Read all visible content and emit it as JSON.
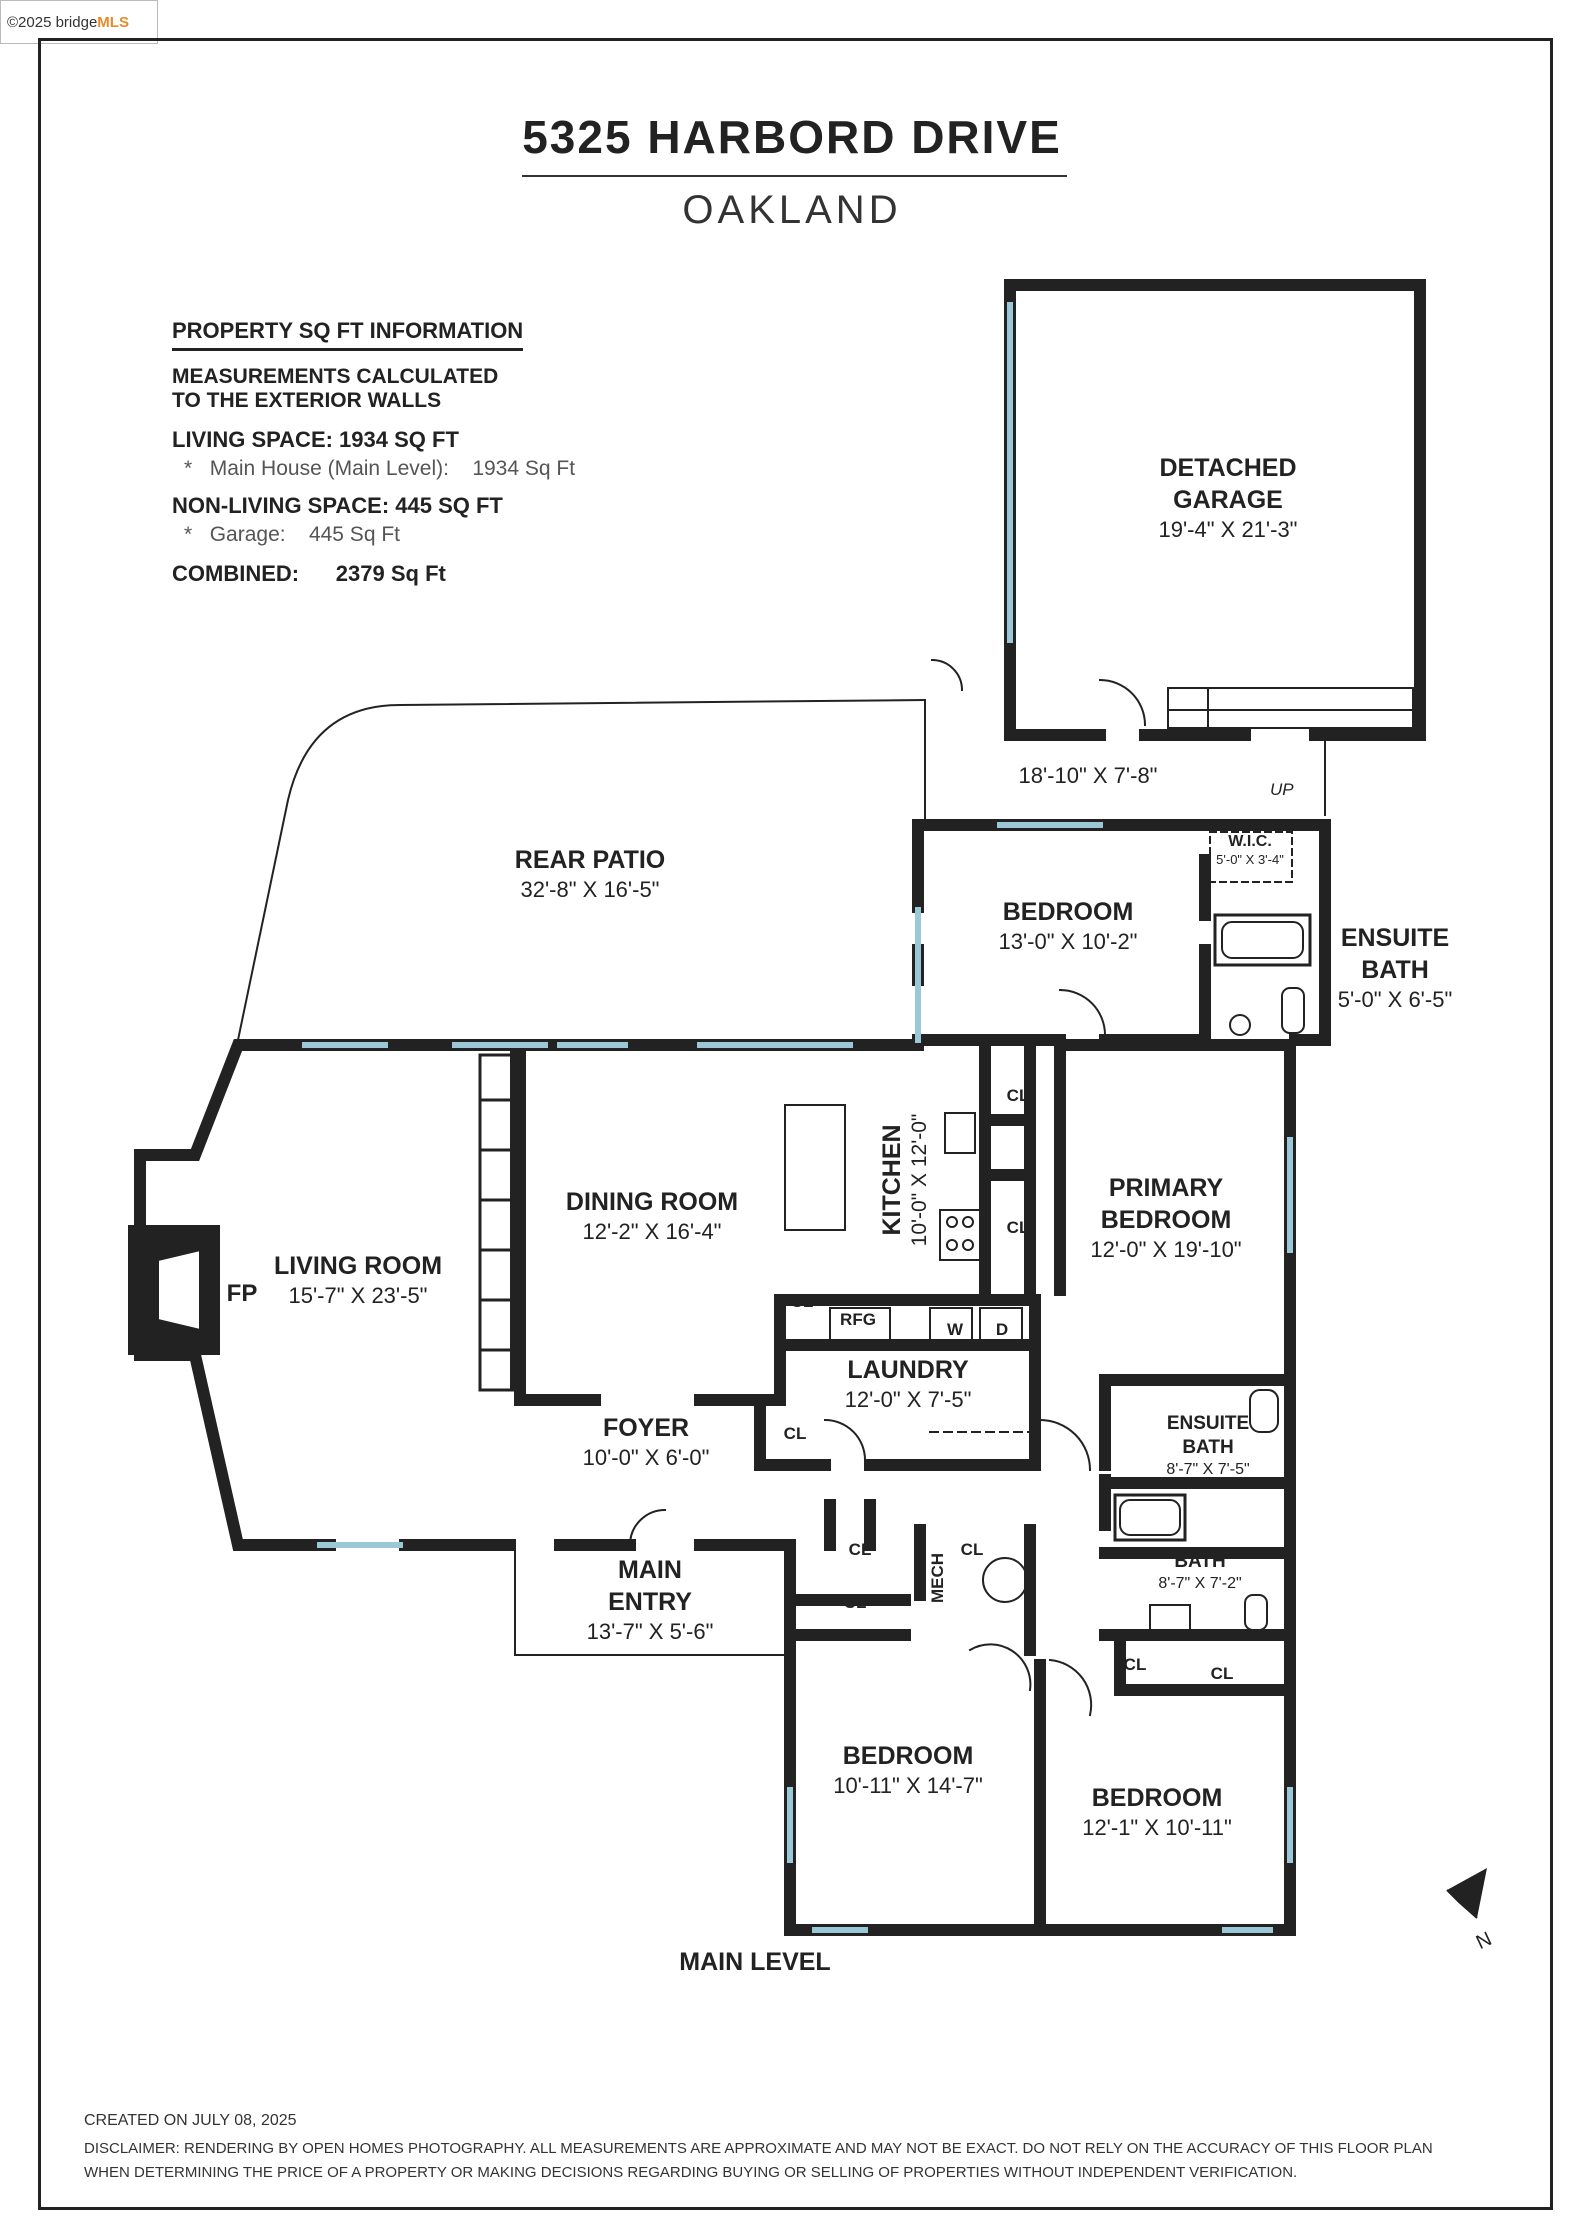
{
  "watermark": {
    "prefix": "©2025 bridge",
    "brand": "MLS"
  },
  "title": "5325 HARBORD DRIVE",
  "subtitle": "OAKLAND",
  "info": {
    "heading": "PROPERTY SQ FT INFORMATION",
    "note_line1": "MEASUREMENTS CALCULATED",
    "note_line2": "TO THE EXTERIOR WALLS",
    "living_space": "LIVING SPACE: 1934 SQ FT",
    "living_detail_label": "Main House (Main Level):",
    "living_detail_value": "1934 Sq Ft",
    "non_living_space": "NON-LIVING SPACE: 445 SQ FT",
    "non_living_detail_label": "Garage:",
    "non_living_detail_value": "445 Sq Ft",
    "combined_label": "COMBINED:",
    "combined_value": "2379  Sq Ft",
    "bullet": "*"
  },
  "rooms": {
    "garage": {
      "name1": "DETACHED",
      "name2": "GARAGE",
      "dims": "19'-4\" X 21'-3\""
    },
    "breezeway": {
      "dims": "18'-10\" X 7'-8\""
    },
    "rear_patio": {
      "name": "REAR PATIO",
      "dims": "32'-8\" X 16'-5\""
    },
    "bedroom_top": {
      "name": "BEDROOM",
      "dims": "13'-0\" X 10'-2\""
    },
    "wic": {
      "name": "W.I.C.",
      "dims": "5'-0\" X 3'-4\""
    },
    "ensuite_bath_top": {
      "name1": "ENSUITE",
      "name2": "BATH",
      "dims": "5'-0\" X 6'-5\""
    },
    "living_room": {
      "name": "LIVING ROOM",
      "dims": "15'-7\" X 23'-5\""
    },
    "dining_room": {
      "name": "DINING ROOM",
      "dims": "12'-2\" X 16'-4\""
    },
    "kitchen": {
      "name": "KITCHEN",
      "dims": "10'-0\" X 12'-0\""
    },
    "primary_bedroom": {
      "name1": "PRIMARY",
      "name2": "BEDROOM",
      "dims": "12'-0\" X 19'-10\""
    },
    "laundry": {
      "name": "LAUNDRY",
      "dims": "12'-0\" X 7'-5\""
    },
    "foyer": {
      "name": "FOYER",
      "dims": "10'-0\" X 6'-0\""
    },
    "ensuite_bath_mid": {
      "name1": "ENSUITE",
      "name2": "BATH",
      "dims": "8'-7\" X 7'-5\""
    },
    "bath": {
      "name": "BATH",
      "dims": "8'-7\" X 7'-2\""
    },
    "main_entry": {
      "name1": "MAIN",
      "name2": "ENTRY",
      "dims": "13'-7\" X 5'-6\""
    },
    "bedroom_left": {
      "name": "BEDROOM",
      "dims": "10'-11\" X 14'-7\""
    },
    "bedroom_right": {
      "name": "BEDROOM",
      "dims": "12'-1\" X 10'-11\""
    }
  },
  "tags": {
    "fp": "FP",
    "cl": "CL",
    "rfg": "RFG",
    "washer": "W",
    "dryer": "D",
    "mech": "MECH",
    "up": "UP",
    "north": "N"
  },
  "level_label": "MAIN LEVEL",
  "footer": {
    "created": "CREATED ON JULY 08, 2025",
    "disclaimer1": "DISCLAIMER: RENDERING BY OPEN HOMES PHOTOGRAPHY. ALL MEASUREMENTS ARE APPROXIMATE AND MAY NOT BE EXACT. DO NOT RELY ON THE ACCURACY OF THIS FLOOR PLAN",
    "disclaimer2": "WHEN DETERMINING THE PRICE OF A PROPERTY OR MAKING DECISIONS REGARDING BUYING OR SELLING OF PROPERTIES WITHOUT INDEPENDENT VERIFICATION."
  }
}
